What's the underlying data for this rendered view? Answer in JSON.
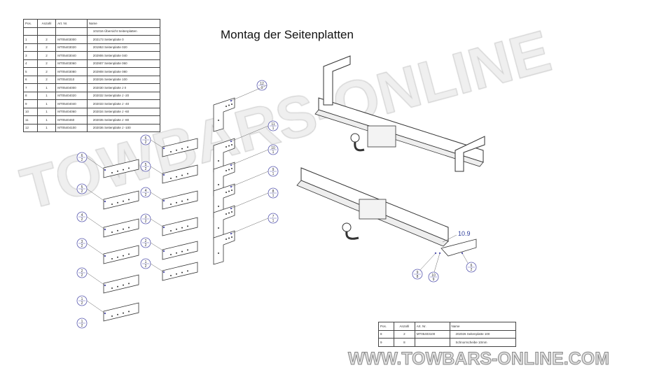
{
  "title": "Montag der Seitenplatten",
  "parts_table": {
    "headers": [
      "Pos.",
      "Anzahl",
      "Art. Nr.",
      "Name"
    ],
    "rows": [
      [
        "",
        "",
        "",
        "101016 Übersicht Seitenplatten"
      ],
      [
        "1",
        "2",
        "MT05403000",
        "202173 Seitenplatte 0"
      ],
      [
        "2",
        "2",
        "MT05403020",
        "201953 Seitenplatte 020"
      ],
      [
        "3",
        "2",
        "MT05403040",
        "202906 Seitenplatte 040"
      ],
      [
        "4",
        "2",
        "MT05403060",
        "202907 Seitenplatte 060"
      ],
      [
        "5",
        "2",
        "MT05403080",
        "202908 Seitenplatte 080"
      ],
      [
        "6",
        "2",
        "MT0540310",
        "202026 Seitenplatte 100"
      ],
      [
        "7",
        "1",
        "MT05404000",
        "202030 Seitenplatte J 0"
      ],
      [
        "8",
        "1",
        "MT05404020",
        "202032 Seitenplatte J -20"
      ],
      [
        "9",
        "1",
        "MT05404040",
        "202033 Seitenplatte J -40"
      ],
      [
        "10",
        "1",
        "MT05404060",
        "202034 Seitenplatte J -60"
      ],
      [
        "11",
        "1",
        "MT0540460",
        "202035 Seitenplatte J -80"
      ],
      [
        "12",
        "1",
        "MT05404100",
        "202036 Seitenplatte J -100"
      ]
    ]
  },
  "bottom_table": {
    "headers": [
      "Pos.",
      "Anzahl",
      "Art. Nr.",
      "Name"
    ],
    "rows": [
      [
        "8",
        "2",
        "MT05403100",
        "202026 Seitenplatte 100"
      ],
      [
        "9",
        "8",
        "",
        "Schnorrscheibe 10mm"
      ]
    ]
  },
  "callouts": {
    "left": [
      [
        "6",
        "2"
      ],
      [
        "5",
        "2"
      ],
      [
        "4",
        "2"
      ],
      [
        "3",
        "2"
      ],
      [
        "2",
        "2"
      ],
      [
        "1",
        "2"
      ]
    ],
    "middle": [
      [
        "6",
        "2"
      ],
      [
        "5",
        "2"
      ],
      [
        "4",
        "2"
      ],
      [
        "3",
        "2"
      ],
      [
        "2",
        "2"
      ],
      [
        "1",
        "2"
      ]
    ],
    "right": [
      [
        "12",
        "1"
      ],
      [
        "11",
        "1"
      ],
      [
        "10",
        "1"
      ],
      [
        "9",
        "1"
      ],
      [
        "8",
        "1"
      ],
      [
        "7",
        "1"
      ]
    ],
    "assembly": [
      [
        "9",
        "8"
      ],
      [
        "10",
        "9"
      ],
      [
        "6",
        "2"
      ]
    ]
  },
  "bolt_label": "10.9",
  "watermark": "TOWBARS-ONLINE",
  "watermark_url": "WWW.TOWBARS-ONLINE.COM",
  "colors": {
    "callout": "#5a5ab0",
    "line": "#333"
  }
}
